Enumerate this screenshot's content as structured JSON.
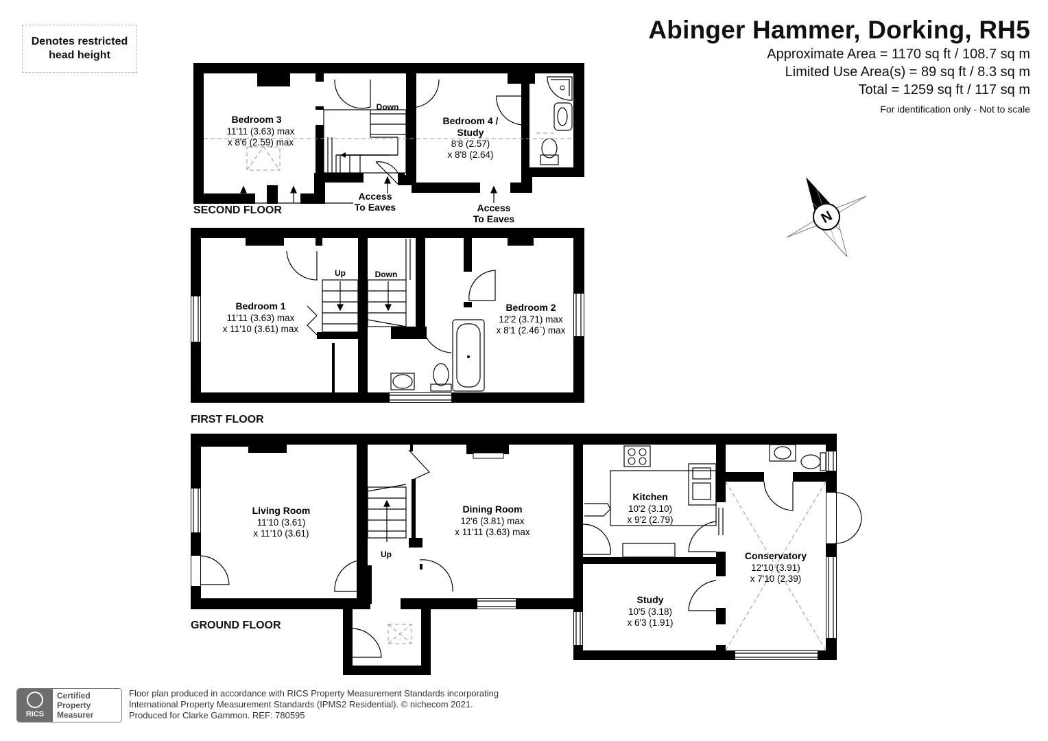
{
  "header": {
    "address": "Abinger Hammer, Dorking, RH5",
    "approximate_area": "Approximate Area = 1170 sq ft / 108.7 sq m",
    "limited_use_area": "Limited Use Area(s) = 89 sq ft / 8.3 sq m",
    "total": "Total = 1259 sq ft / 117 sq m",
    "note": "For identification only - Not to scale"
  },
  "legend": {
    "line1": "Denotes restricted",
    "line2": "head height"
  },
  "compass": {
    "label": "N"
  },
  "floors": {
    "second": "SECOND FLOOR",
    "first": "FIRST FLOOR",
    "ground": "GROUND FLOOR"
  },
  "rooms": {
    "bedroom3": {
      "name": "Bedroom 3",
      "dim1": "11'11 (3.63) max",
      "dim2": "x 8'6 (2.59) max"
    },
    "bedroom4": {
      "name": "Bedroom 4 /",
      "name2": "Study",
      "dim1": "8'8 (2.57)",
      "dim2": "x 8'8 (2.64)"
    },
    "bedroom1": {
      "name": "Bedroom 1",
      "dim1": "11'11 (3.63) max",
      "dim2": "x 11'10 (3.61) max"
    },
    "bedroom2": {
      "name": "Bedroom 2",
      "dim1": "12'2 (3.71) max",
      "dim2": "x 8'1 (2.46`) max"
    },
    "living": {
      "name": "Living Room",
      "dim1": "11'10 (3.61)",
      "dim2": "x 11'10 (3.61)"
    },
    "dining": {
      "name": "Dining Room",
      "dim1": "12'6 (3.81) max",
      "dim2": "x 11'11 (3.63) max"
    },
    "kitchen": {
      "name": "Kitchen",
      "dim1": "10'2 (3.10)",
      "dim2": "x 9'2 (2.79)"
    },
    "conservatory": {
      "name": "Conservatory",
      "dim1": "12'10 (3.91)",
      "dim2": "x 7'10 (2.39)"
    },
    "study": {
      "name": "Study",
      "dim1": "10'5 (3.18)",
      "dim2": "x 6'3 (1.91)"
    }
  },
  "stairs": {
    "down_second": "Down",
    "up_first": "Up",
    "down_first": "Down",
    "up_ground": "Up"
  },
  "annotations": {
    "eaves1_l1": "Access",
    "eaves1_l2": "To Eaves",
    "eaves2_l1": "Access",
    "eaves2_l2": "To Eaves"
  },
  "footer": {
    "line1": "Floor plan produced in accordance with RICS Property Measurement Standards incorporating",
    "line2": "International Property Measurement Standards (IPMS2 Residential).  © nichecom 2021.",
    "line3": "Produced for Clarke Gammon.   REF:   780595",
    "badge_org": "RICS",
    "badge_l1": "Certified",
    "badge_l2": "Property",
    "badge_l3": "Measurer"
  }
}
